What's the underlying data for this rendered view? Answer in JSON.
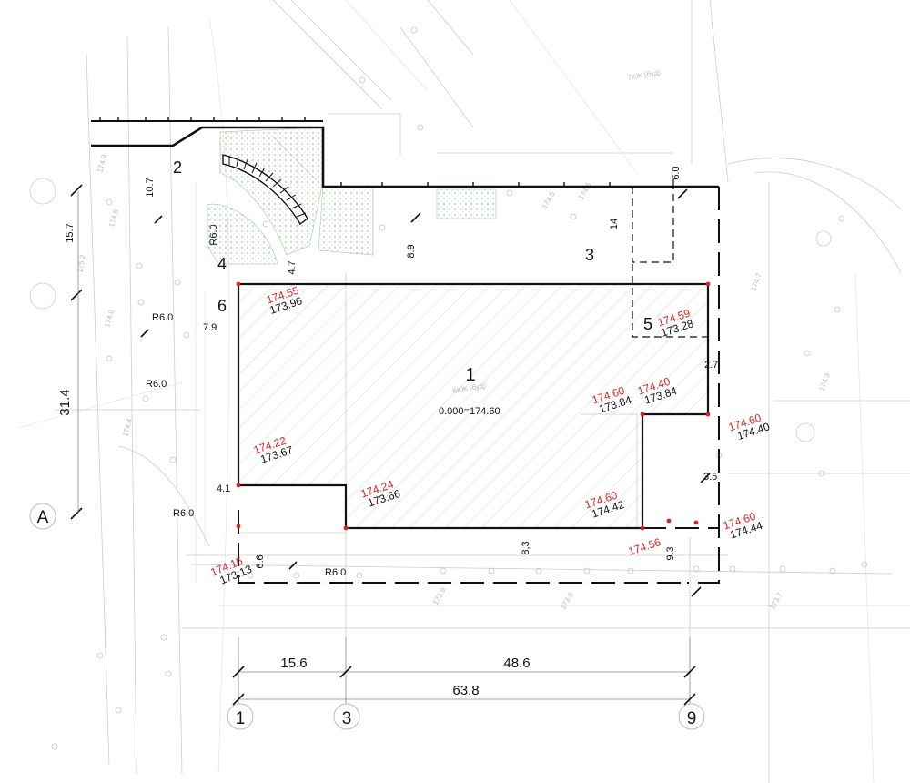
{
  "grid_axes": {
    "a1": "1",
    "a3": "3",
    "a9": "9",
    "aA": "A"
  },
  "zones": {
    "z1": "1",
    "z2": "2",
    "z3": "3",
    "z4": "4",
    "z5": "5",
    "z6": "6"
  },
  "building": {
    "label": "6КЖ (буд)",
    "zero_level": "0.000=174.60",
    "neighbor_label": "7КЖ (буд)"
  },
  "elevations": [
    {
      "red": "174.55",
      "black": "173.96"
    },
    {
      "red": "174.59",
      "black": "173.28"
    },
    {
      "red": "174.60",
      "black": "173.84"
    },
    {
      "red": "174.40",
      "black": "173.84"
    },
    {
      "red": "174.60",
      "black": "174.40"
    },
    {
      "red": "174.22",
      "black": "173.67"
    },
    {
      "red": "174.24",
      "black": "173.66"
    },
    {
      "red": "174.60",
      "black": "174.42"
    },
    {
      "red": "174.56",
      "black": ""
    },
    {
      "red": "174.60",
      "black": "174.44"
    },
    {
      "red": "174.15",
      "black": "173.13"
    }
  ],
  "dimensions": {
    "d15_6": "15.6",
    "d48_6": "48.6",
    "d63_8": "63.8",
    "d31_4": "31.4",
    "d15_7": "15.7",
    "d10_7": "10.7",
    "d7_9": "7.9",
    "d4_1": "4.1",
    "d6_6": "6.6",
    "d8_3": "8,3",
    "d9_3": "9.3",
    "d3_5": "3.5",
    "d2_7": "2.7",
    "d14": "14",
    "d6_0": "6.0",
    "d8_9": "8.9",
    "d4_7": "4.7"
  },
  "radii": {
    "r1": "R6.0",
    "r2": "R6.0",
    "r3": "R6.0",
    "r4": "R6.0",
    "r5": "R6.0"
  }
}
